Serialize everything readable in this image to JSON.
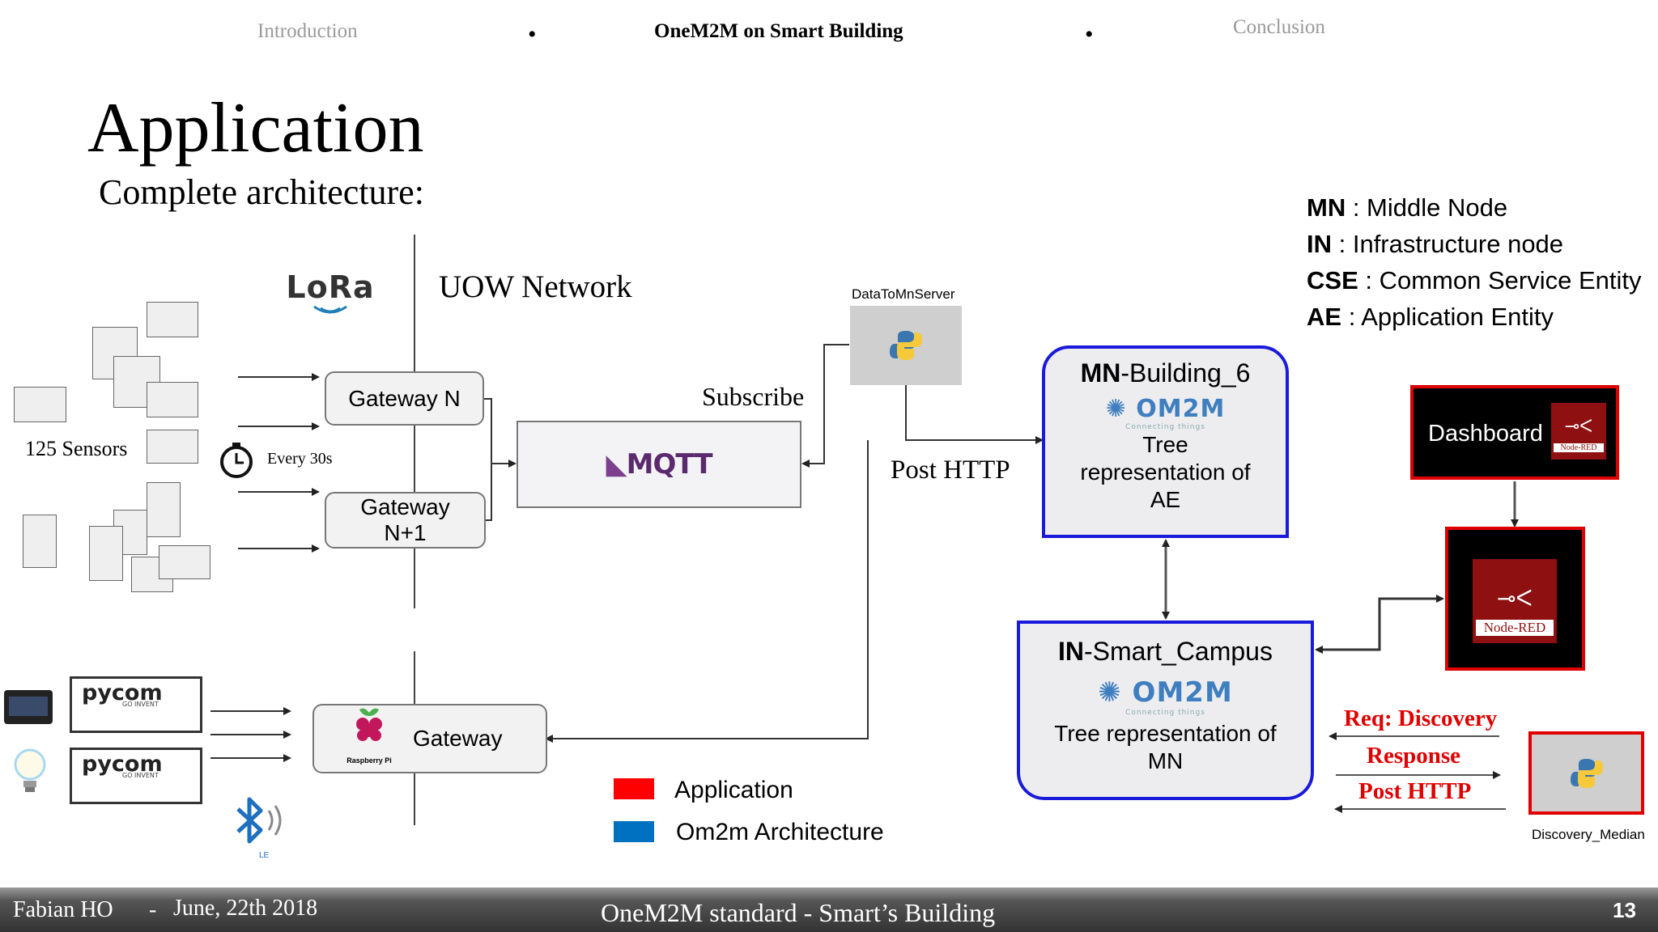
{
  "nav": {
    "items": [
      "Introduction",
      "OneM2M on Smart Building",
      "Conclusion"
    ],
    "active_index": 1
  },
  "slide": {
    "title": "Application",
    "subtitle": "Complete architecture:"
  },
  "definitions": [
    {
      "abbr": "MN",
      "text": " : Middle Node"
    },
    {
      "abbr": "IN",
      "text": " : Infrastructure node"
    },
    {
      "abbr": "CSE",
      "text": " : Common Service Entity"
    },
    {
      "abbr": "AE",
      "text": " : Application Entity"
    }
  ],
  "diagram": {
    "lora_logo": "LoRa",
    "network_label": "UOW Network",
    "sensors_label": "125 Sensors",
    "timer_label": "Every 30s",
    "gateway_n": "Gateway N",
    "gateway_n1": "Gateway N+1",
    "mqtt_label": "MQTT",
    "subscribe_label": "Subscribe",
    "data_server_label": "DataToMnServer",
    "post_http_label": "Post HTTP",
    "mn_title_bold": "MN",
    "mn_title_rest": "-Building_6",
    "mn_desc": "Tree representation of AE",
    "om2m_logo": "OM2M",
    "om2m_tagline": "Connecting things",
    "in_title_bold": "IN",
    "in_title_rest": "-Smart_Campus",
    "in_desc": "Tree representation of MN",
    "dashboard_label": "Dashboard",
    "nodered_label": "Node-RED",
    "req_discovery": "Req: Discovery",
    "response": "Response",
    "post_http_2": "Post HTTP",
    "discovery_median": "Discovery_Median",
    "pycom_label": "pycom",
    "pycom_tagline": "GO INVENT",
    "rpi_gateway": "Gateway",
    "rpi_caption": "Raspberry Pi",
    "bt_caption": "LE"
  },
  "legend": [
    {
      "label": "Application",
      "color": "#ff0000"
    },
    {
      "label": "Om2m Architecture",
      "color": "#0070c0"
    }
  ],
  "colors": {
    "mn_border": "#1a1adb",
    "app_border": "#e00000",
    "footer_bg": "#3a3a3a"
  },
  "footer": {
    "author": "Fabian HO",
    "separator": "-",
    "date": "June, 22th  2018",
    "center": "OneM2M standard - Smart’s Building",
    "page": "13"
  }
}
